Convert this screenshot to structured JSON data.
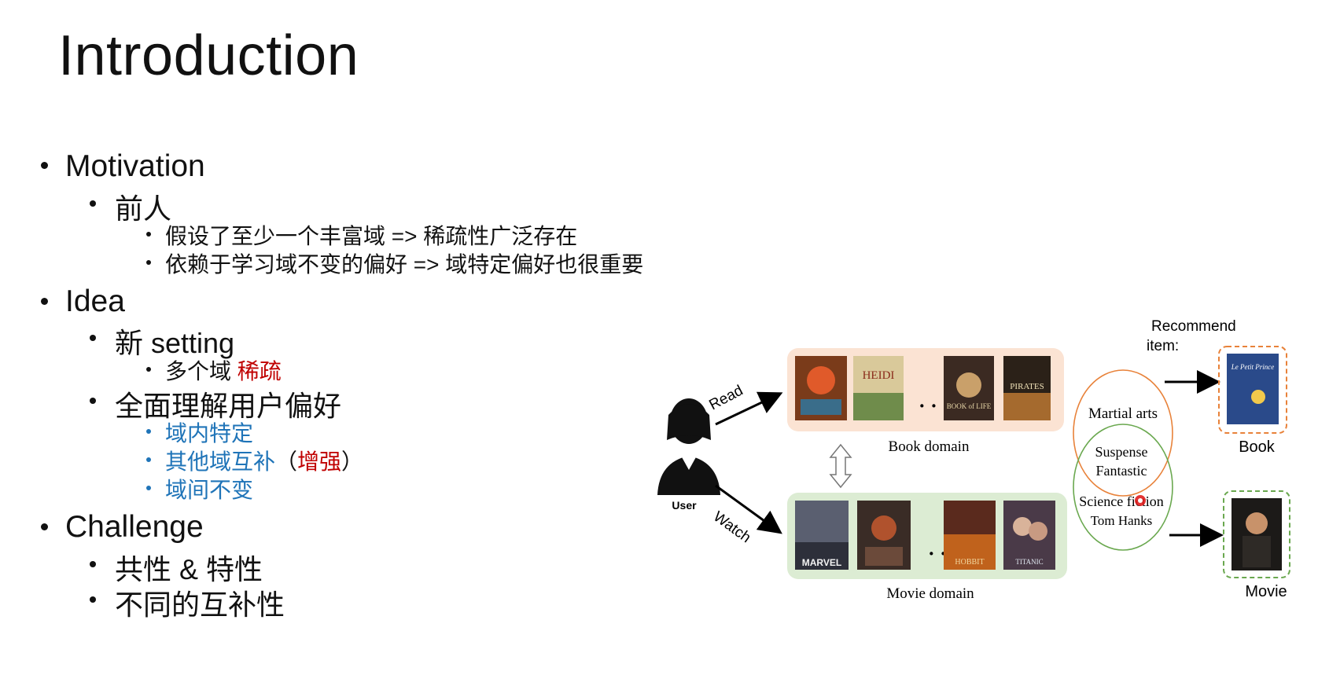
{
  "title": "Introduction",
  "motivation": {
    "label": "Motivation",
    "sub_label": "前人",
    "points": [
      "假设了至少一个丰富域 => 稀疏性广泛存在",
      "依赖于学习域不变的偏好 => 域特定偏好也很重要"
    ]
  },
  "idea": {
    "label": "Idea",
    "new_setting": "新 setting",
    "multi_domain_prefix": "多个域",
    "multi_domain_em": "稀疏",
    "full_understanding": "全面理解用户偏好",
    "intra_specific": "域内特定",
    "other_complement_prefix": "其他域互补",
    "other_complement_paren_open": "（",
    "other_complement_em": "增强",
    "other_complement_paren_close": "）",
    "cross_invariant": "域间不变"
  },
  "challenge": {
    "label": "Challenge",
    "points": [
      "共性 & 特性",
      "不同的互补性"
    ]
  },
  "figure": {
    "user_label": "User",
    "read_label": "Read",
    "watch_label": "Watch",
    "book_domain": "Book domain",
    "movie_domain": "Movie domain",
    "ellipsis": "· · ·",
    "genres_top": "Martial arts",
    "genres_mid": [
      "Suspense",
      "Fantastic"
    ],
    "genres_bottom": [
      "Science fiction",
      "Tom Hanks"
    ],
    "recommend_line1": "Recommend",
    "recommend_line2": "item:",
    "book_out": "Book",
    "movie_out": "Movie",
    "book_cover_titles": [
      "HEIDI",
      "BOOK of LIFE",
      "PIRATES",
      "Le Petit Prince"
    ],
    "movie_cover_titles": [
      "MARVEL",
      "HOBBIT",
      "TITANIC"
    ],
    "colors": {
      "book_bg": "#fbe3d3",
      "movie_bg": "#dcecd3",
      "orange": "#e8823a",
      "green": "#6aa84f",
      "red": "#c00000",
      "blue": "#1f74b8"
    }
  }
}
